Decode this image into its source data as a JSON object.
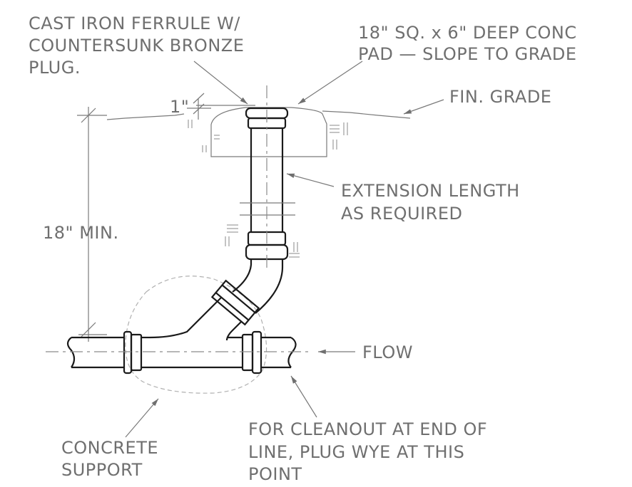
{
  "labels": {
    "ferrule": [
      "CAST IRON FERRULE W/",
      "COUNTERSUNK BRONZE",
      "PLUG."
    ],
    "pad": [
      "18\" SQ. x 6\" DEEP CONC",
      "PAD — SLOPE TO GRADE"
    ],
    "grade": "FIN. GRADE",
    "extension": [
      "EXTENSION LENGTH",
      "AS REQUIRED"
    ],
    "depth": "18\" MIN.",
    "one_inch": "1\"",
    "flow": "FLOW",
    "concrete": [
      "CONCRETE",
      "SUPPORT"
    ],
    "cleanout_note": [
      "FOR CLEANOUT AT END OF",
      "LINE, PLUG WYE AT THIS",
      "POINT"
    ]
  },
  "colors": {
    "line": "#1a1a1a",
    "annotation": "#6f6f6f"
  }
}
